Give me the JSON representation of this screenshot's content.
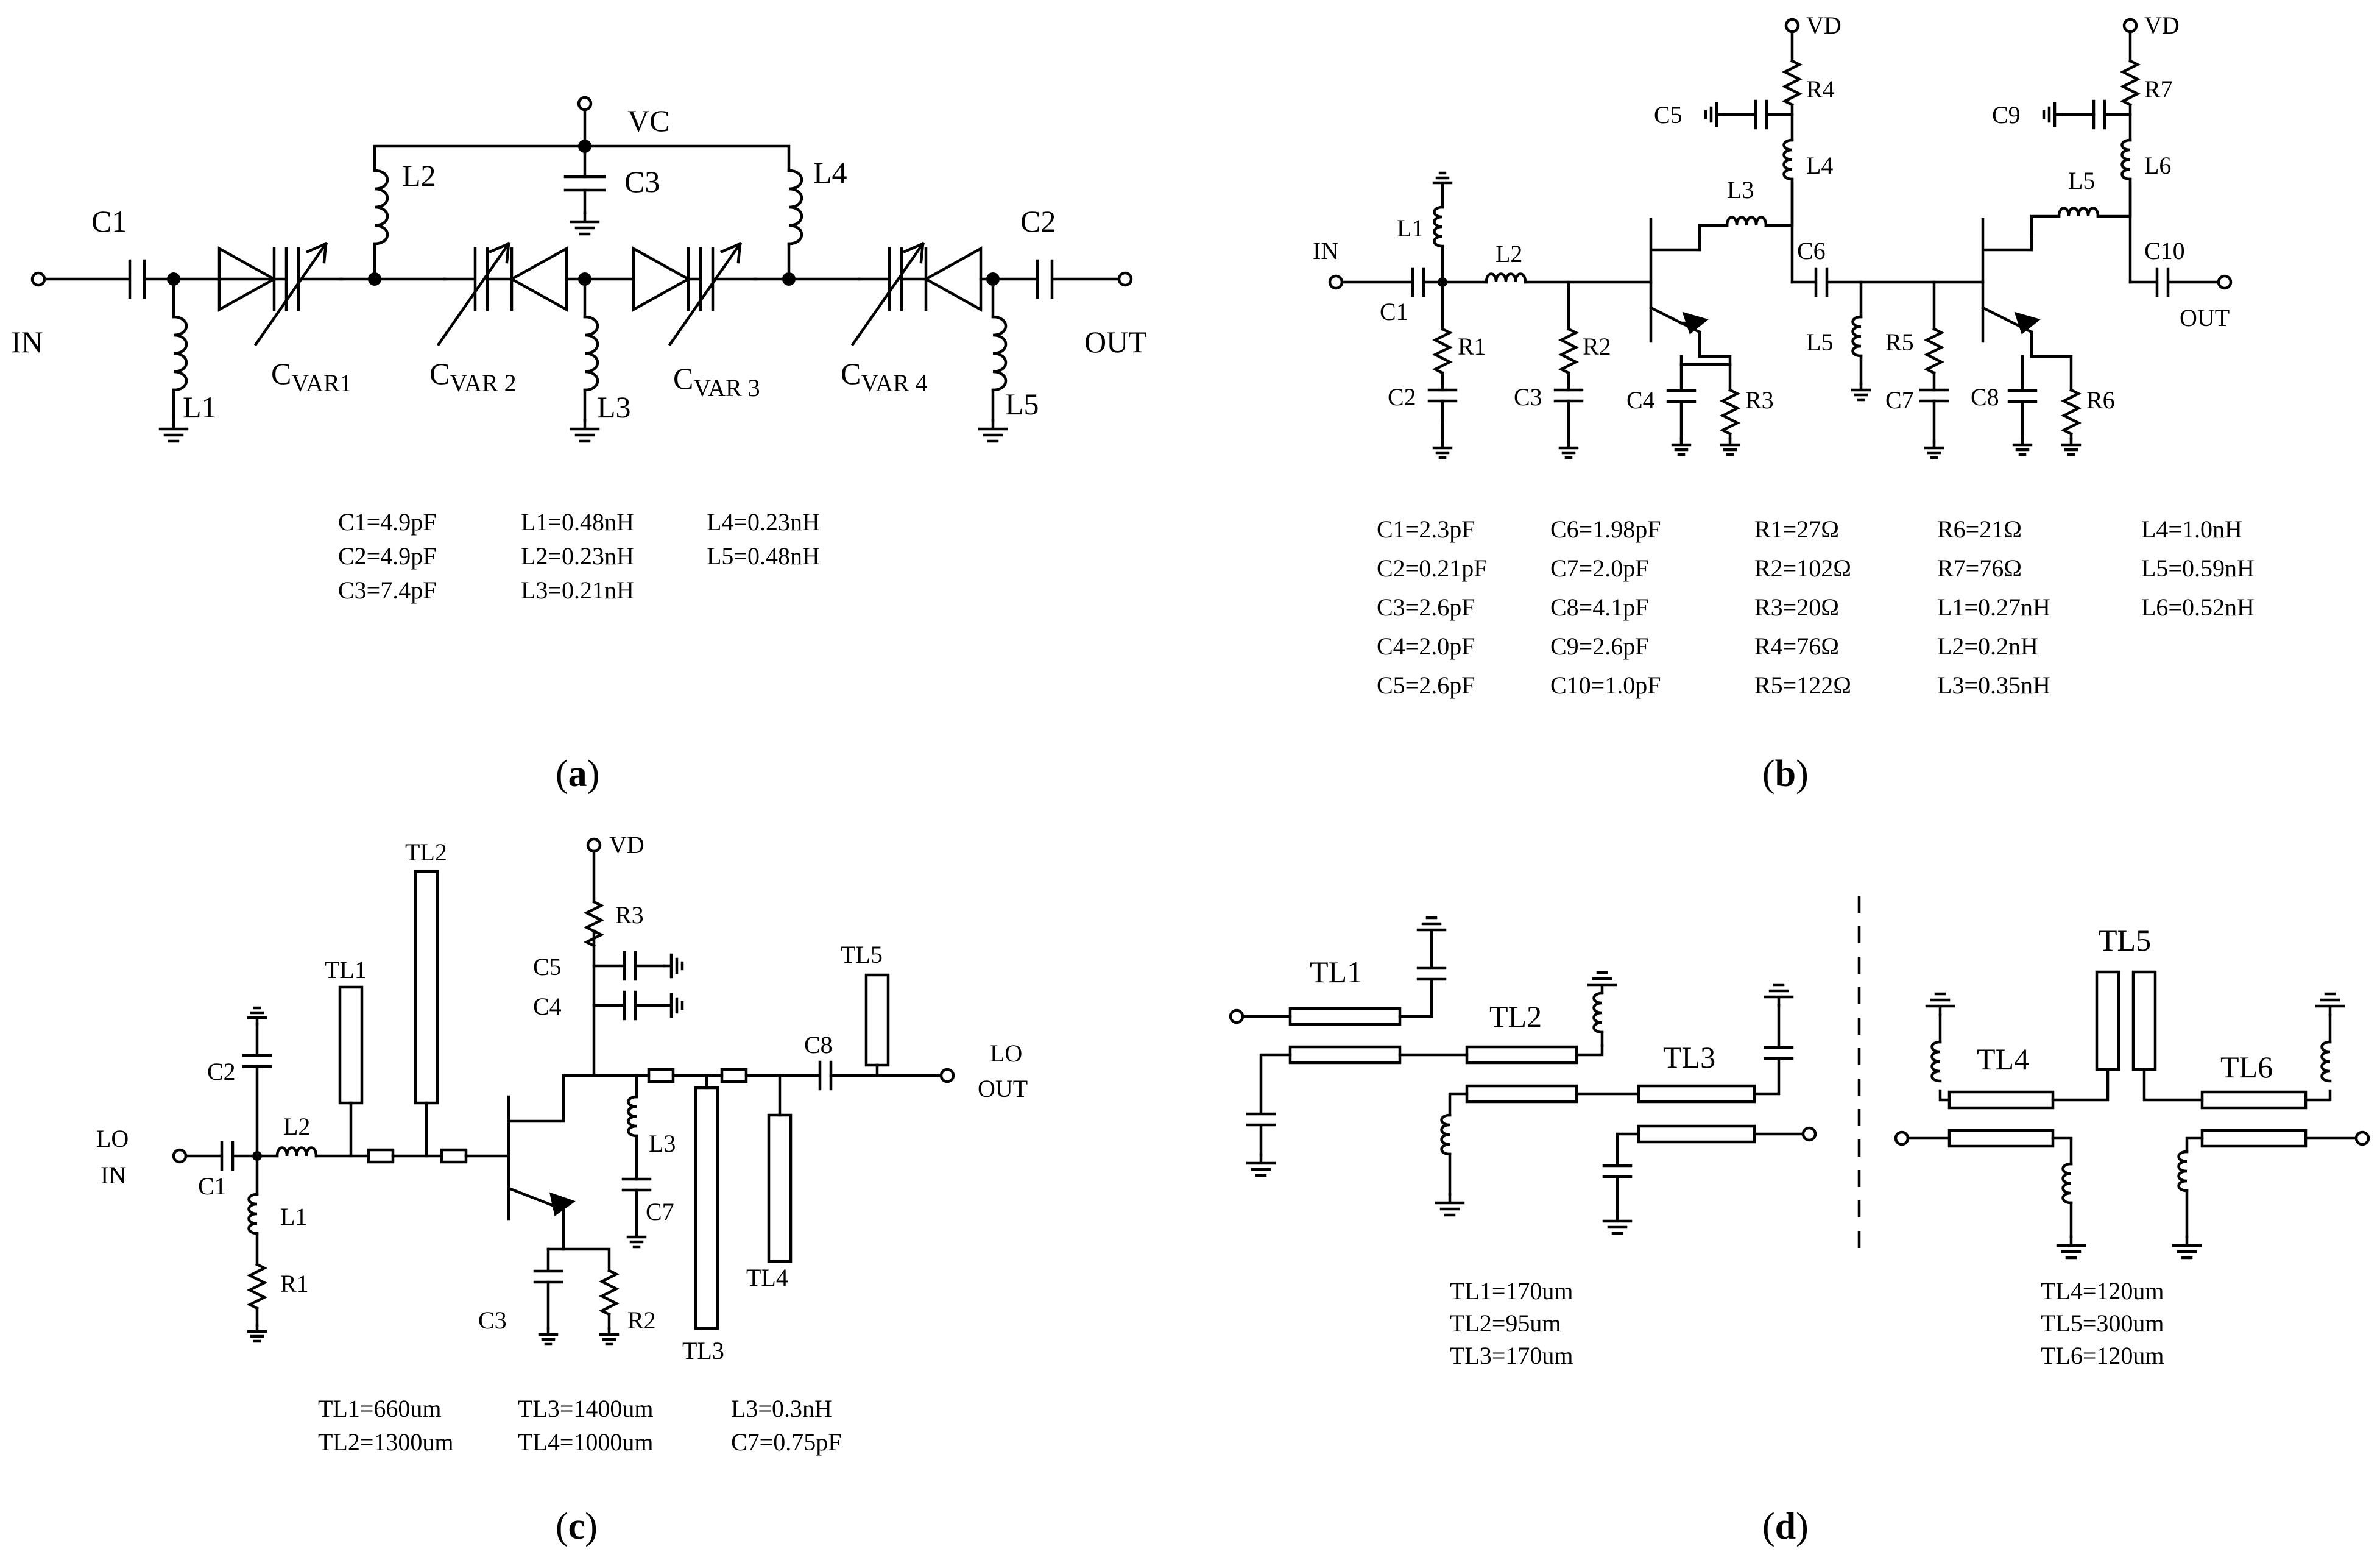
{
  "captions": {
    "a": "a",
    "b": "b",
    "c": "c",
    "d": "d"
  },
  "a": {
    "labels": {
      "in": "IN",
      "out": "OUT",
      "vc": "VC",
      "c1": "C1",
      "c2": "C2",
      "c3": "C3",
      "l1": "L1",
      "l2": "L2",
      "l3": "L3",
      "l4": "L4",
      "l5": "L5",
      "cvar_base": "C",
      "cvar1": "VAR1",
      "cvar2": "VAR 2",
      "cvar3": "VAR 3",
      "cvar4": "VAR 4"
    },
    "values": [
      [
        "C1=4.9pF",
        "L1=0.48nH",
        "L4=0.23nH"
      ],
      [
        "C2=4.9pF",
        "L2=0.23nH",
        "L5=0.48nH"
      ],
      [
        "C3=7.4pF",
        "L3=0.21nH",
        ""
      ]
    ]
  },
  "b": {
    "labels": {
      "in": "IN",
      "out": "OUT",
      "vd1": "VD",
      "vd2": "VD",
      "c1": "C1",
      "c2": "C2",
      "c3": "C3",
      "c4": "C4",
      "c5": "C5",
      "c6": "C6",
      "c7": "C7",
      "c8": "C8",
      "c9": "C9",
      "c10": "C10",
      "r1": "R1",
      "r2": "R2",
      "r3": "R3",
      "r4": "R4",
      "r5": "R5",
      "r6": "R6",
      "r7": "R7",
      "l1": "L1",
      "l2": "L2",
      "l3": "L3",
      "l4": "L4",
      "l5a": "L5",
      "l5b": "L5",
      "l6": "L6"
    },
    "values": [
      [
        "C1=2.3pF",
        "C6=1.98pF",
        "R1=27Ω",
        "R6=21Ω",
        "L4=1.0nH"
      ],
      [
        "C2=0.21pF",
        "C7=2.0pF",
        "R2=102Ω",
        "R7=76Ω",
        "L5=0.59nH"
      ],
      [
        "C3=2.6pF",
        "C8=4.1pF",
        "R3=20Ω",
        "L1=0.27nH",
        "L6=0.52nH"
      ],
      [
        "C4=2.0pF",
        "C9=2.6pF",
        "R4=76Ω",
        "L2=0.2nH",
        ""
      ],
      [
        "C5=2.6pF",
        "C10=1.0pF",
        "R5=122Ω",
        "L3=0.35nH",
        ""
      ]
    ]
  },
  "c": {
    "labels": {
      "lo_in_1": "LO",
      "lo_in_2": "IN",
      "lo_out_1": "LO",
      "lo_out_2": "OUT",
      "vd": "VD",
      "tl1": "TL1",
      "tl2": "TL2",
      "tl3": "TL3",
      "tl4": "TL4",
      "tl5": "TL5",
      "c1": "C1",
      "c2": "C2",
      "c3": "C3",
      "c4": "C4",
      "c5": "C5",
      "c7": "C7",
      "c8": "C8",
      "l1": "L1",
      "l2": "L2",
      "l3": "L3",
      "r1": "R1",
      "r2": "R2",
      "r3": "R3"
    },
    "values": [
      [
        "TL1=660um",
        "TL3=1400um",
        "L3=0.3nH"
      ],
      [
        "TL2=1300um",
        "TL4=1000um",
        "C7=0.75pF"
      ]
    ]
  },
  "d": {
    "labels": {
      "tl1": "TL1",
      "tl2": "TL2",
      "tl3": "TL3",
      "tl4": "TL4",
      "tl5": "TL5",
      "tl6": "TL6"
    },
    "values_left": [
      "TL1=170um",
      "TL2=95um",
      "TL3=170um"
    ],
    "values_right": [
      "TL4=120um",
      "TL5=300um",
      "TL6=120um"
    ]
  }
}
